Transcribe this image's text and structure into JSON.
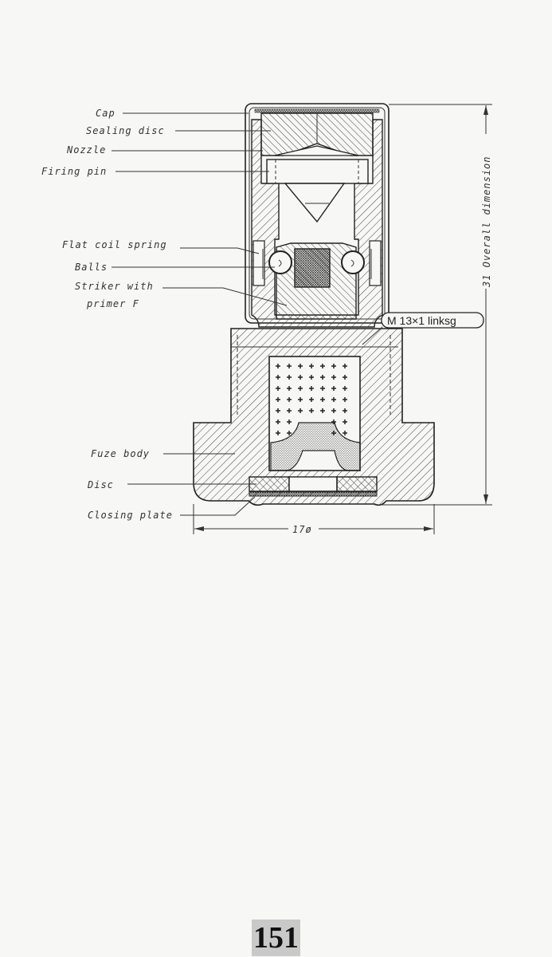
{
  "diagram": {
    "labels": {
      "cap": "Cap",
      "sealing_disc": "Sealing disc",
      "nozzle": "Nozzle",
      "firing_pin": "Firing pin",
      "flat_coil_spring": "Flat coil spring",
      "balls": "Balls",
      "striker_line1": "Striker with",
      "striker_line2": "primer F",
      "fuze_body": "Fuze body",
      "disc": "Disc",
      "closing_plate": "Closing plate"
    },
    "dimensions": {
      "overall": "31 Overall dimension",
      "diameter": "17ø",
      "thread": "M 13×1 linksg"
    }
  },
  "page_number": "151"
}
